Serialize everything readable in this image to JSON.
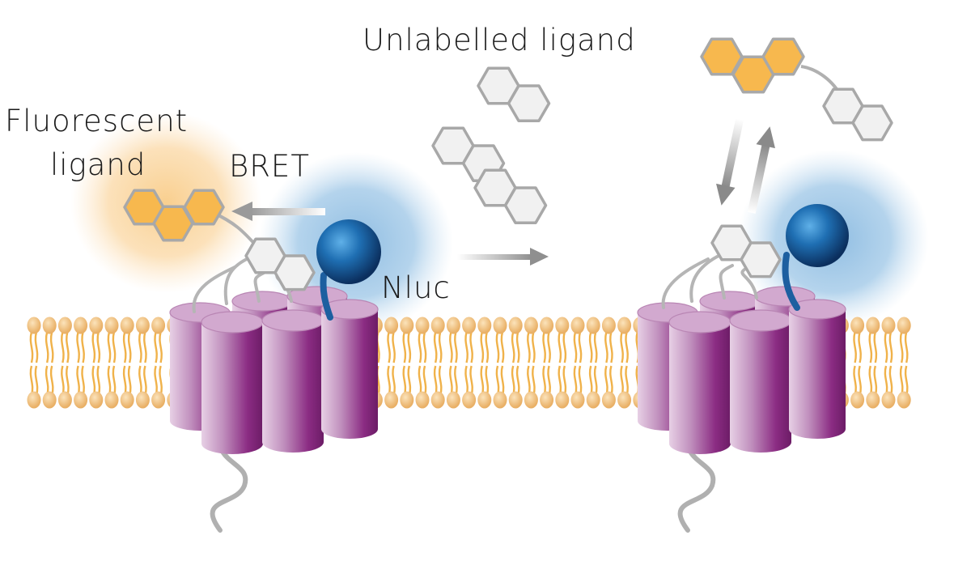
{
  "labels": {
    "unlabelled_ligand": "Unlabelled ligand",
    "fluorescent_ligand_line1": "Fluorescent",
    "fluorescent_ligand_line2": "ligand",
    "bret": "BRET",
    "nluc": "Nluc"
  },
  "colors": {
    "membrane_head": "#f2c47e",
    "membrane_tail": "#f0b24a",
    "receptor_purple": "#8a2a80",
    "receptor_light": "#d9b6d6",
    "nluc_blue": "#1d5fa0",
    "glow_blue": "#9cc6e6",
    "glow_orange": "#fbd9a4",
    "hex_orange": "#f7b84e",
    "hex_grey_stroke": "#a9a9a9"
  }
}
